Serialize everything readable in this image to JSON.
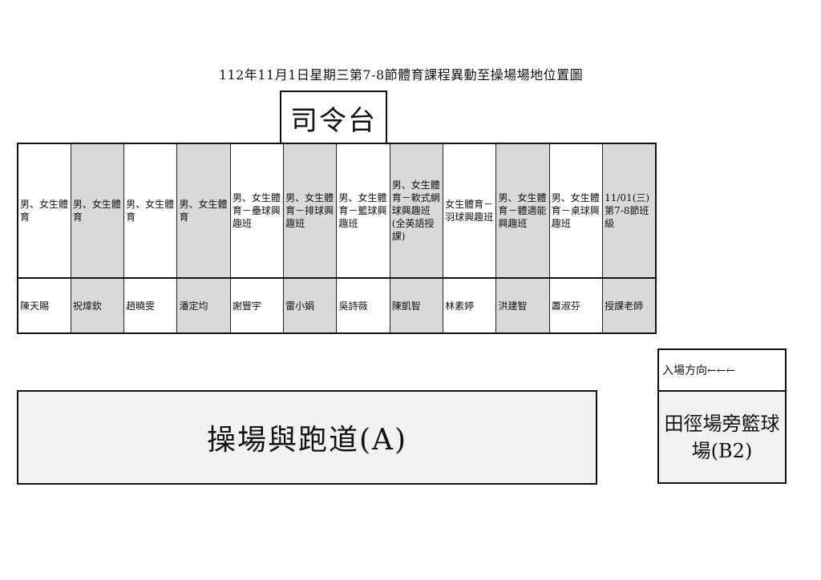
{
  "title": "112年11月1日星期三第7-8節體育課程異動至操場場地位置圖",
  "stage": "司令台",
  "schedule": {
    "courses": [
      "男、女生體育",
      "男、女生體育",
      "男、女生體育",
      "男、女生體育",
      "男、女生體育－壘球興趣班",
      "男、女生體育－排球興趣班",
      "男、女生體育－籃球興趣班",
      "男、女生體育－軟式網球興趣班(全英語授課)",
      "女生體育－羽球興趣班",
      "男、女生體育－體適能興趣班",
      "男、女生體育－桌球興趣班",
      "11/01(三)第7-8節班級"
    ],
    "teachers": [
      "陳天賜",
      "祝煒欽",
      "趙曉雯",
      "潘定均",
      "謝豐宇",
      "雷小娟",
      "吳詩薇",
      "陳凱智",
      "林素婷",
      "洪建智",
      "蕭淑芬",
      "授課老師"
    ]
  },
  "field_a": "操場與跑道(A)",
  "court_b2": {
    "entry": "入場方向←←←",
    "name": "田徑場旁籃球場(B2)"
  }
}
